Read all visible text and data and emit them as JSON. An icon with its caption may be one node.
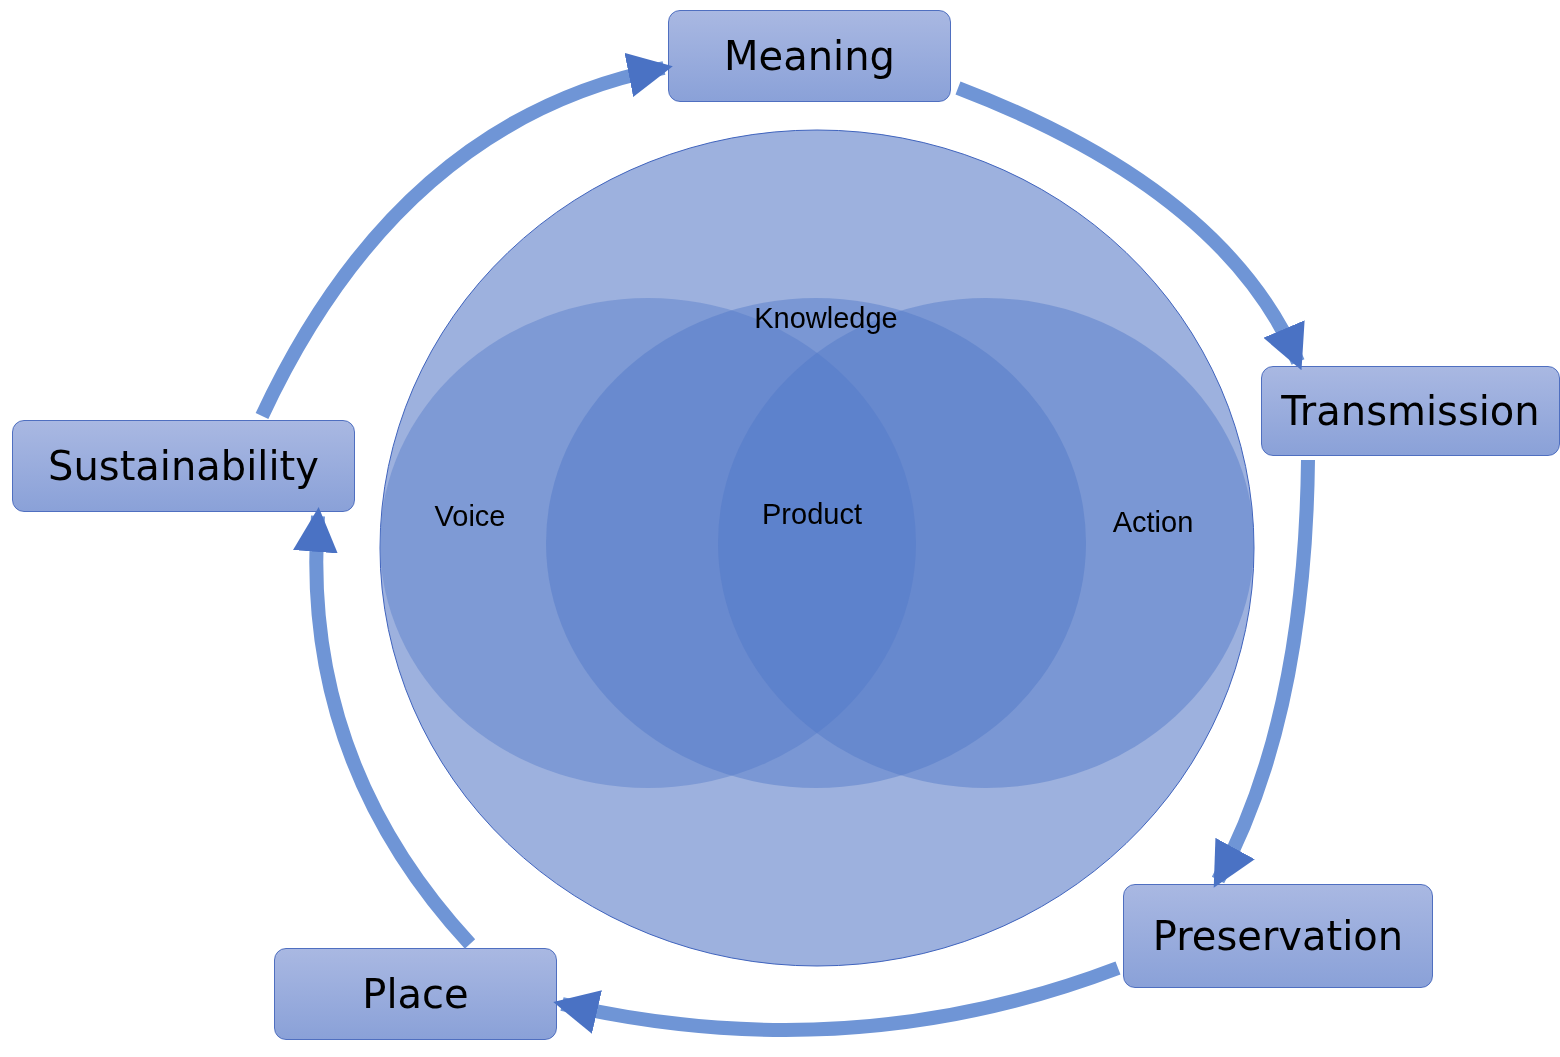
{
  "diagram": {
    "nodes": [
      {
        "text": [
          "Meaning"
        ]
      },
      {
        "text": [
          "Transmission"
        ]
      },
      {
        "text": [
          "Preservation"
        ]
      },
      {
        "text": [
          "Place"
        ]
      },
      {
        "text": [
          "Sustainability"
        ]
      }
    ],
    "edges": [
      {
        "from": 0,
        "to": 1,
        "arrow": "to"
      },
      {
        "from": 1,
        "to": 2,
        "arrow": "to"
      },
      {
        "from": 2,
        "to": 3,
        "arrow": "to"
      },
      {
        "from": 3,
        "to": 4,
        "arrow": "to"
      },
      {
        "from": 4,
        "to": 0,
        "arrow": "to"
      }
    ],
    "labels": [
      "Knowledge",
      "Voice",
      "Product",
      "Action"
    ]
  }
}
